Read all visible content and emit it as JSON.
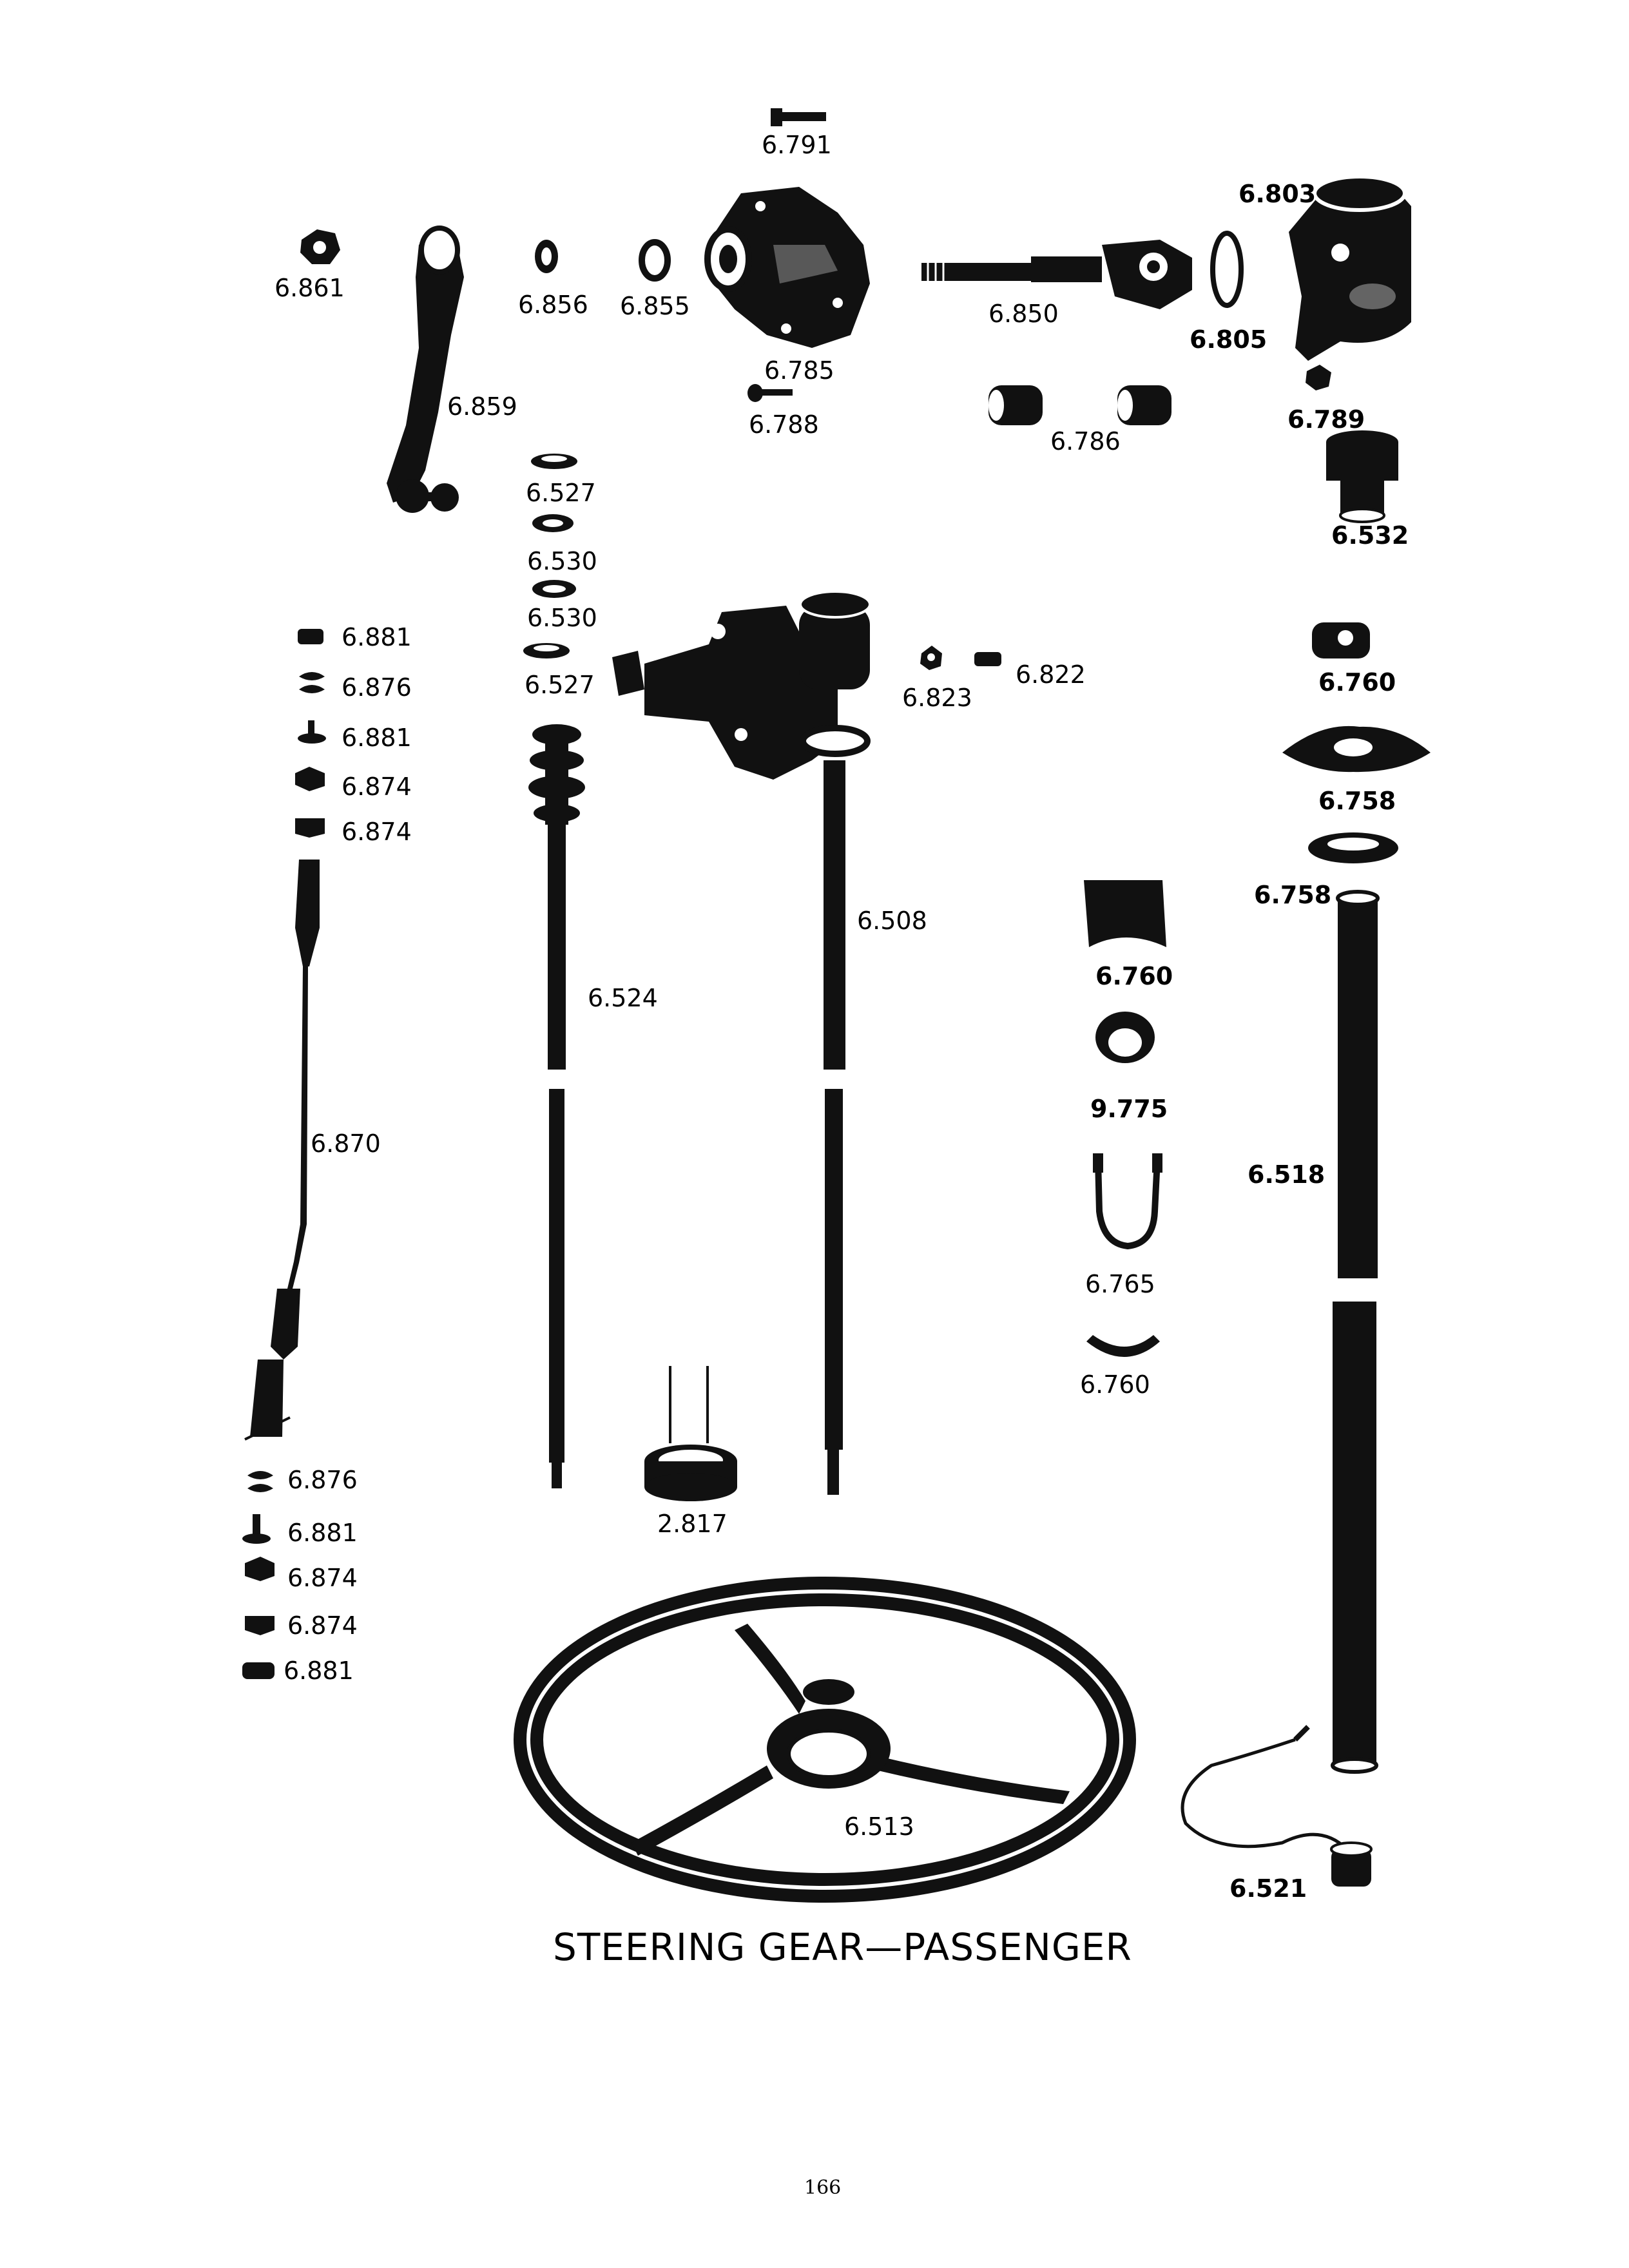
{
  "title": "STEERING GEAR—PASSENGER",
  "page_number": "166",
  "labels": {
    "l6791": "6.791",
    "l6803": "6.803",
    "l6861": "6.861",
    "l6856": "6.856",
    "l6855": "6.855",
    "l6850": "6.850",
    "l6805": "6.805",
    "l6785": "6.785",
    "l6788": "6.788",
    "l6786": "6.786",
    "l6789": "6.789",
    "l6859": "6.859",
    "l6527a": "6.527",
    "l6530a": "6.530",
    "l6530b": "6.530",
    "l6527b": "6.527",
    "l6532": "6.532",
    "l6881a": "6.881",
    "l6876a": "6.876",
    "l6881b": "6.881",
    "l6874a": "6.874",
    "l6874b": "6.874",
    "l6823": "6.823",
    "l6822": "6.822",
    "l6760a": "6.760",
    "l6758a": "6.758",
    "l6758b": "6.758",
    "l6508": "6.508",
    "l6524": "6.524",
    "l6760b": "6.760",
    "l9775": "9.775",
    "l6870": "6.870",
    "l6518": "6.518",
    "l6765": "6.765",
    "l6760c": "6.760",
    "l6876b": "6.876",
    "l2817": "2.817",
    "l6881c": "6.881",
    "l6874c": "6.874",
    "l6874d": "6.874",
    "l6881d": "6.881",
    "l6513": "6.513",
    "l6521": "6.521"
  }
}
